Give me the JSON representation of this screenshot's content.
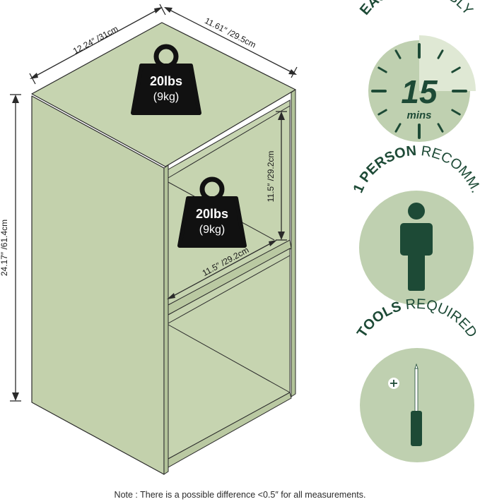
{
  "product": {
    "depth_label": "12.24″ /31cm",
    "width_label": "11.61″ /29.5cm",
    "height_label": "24.17″ /61.4cm",
    "shelf_height_label": "11.5″ /29.2cm",
    "shelf_width_label": "11.5″ /29.2cm",
    "top_weight": {
      "line1": "20lbs",
      "line2": "(9kg)"
    },
    "shelf_weight": {
      "line1": "20lbs",
      "line2": "(9kg)"
    }
  },
  "features": [
    {
      "title_bold": "EASY",
      "title_light": " ASSEMBLY",
      "value": "15",
      "unit": "mins",
      "icon": "clock-icon"
    },
    {
      "title_bold": "1 PERSON",
      "title_light": " RECOMM.",
      "icon": "person-icon"
    },
    {
      "title_bold": "TOOLS",
      "title_light": " REQUIRED",
      "icon": "screwdriver-icon"
    }
  ],
  "note": "Note : There is a possible difference <0.5″ for all measurements.",
  "colors": {
    "cabinet_front": "#c3d1ac",
    "cabinet_top": "#c6d4b0",
    "cabinet_side": "#b8c8a0",
    "badge_fill": "#bfd0b0",
    "dark_green": "#1d4a36",
    "weight_fill": "#111111"
  }
}
